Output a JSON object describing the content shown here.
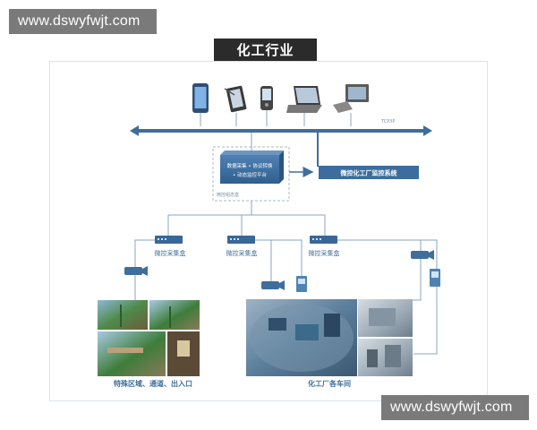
{
  "watermark": {
    "text": "www.dswyfwjt.com"
  },
  "title": "化工行业",
  "bus_label": "TCP/IP",
  "platform": {
    "line1": "数据采集 • 协议转换",
    "line2": "• 动态监控平台",
    "caption": "微控组态盒"
  },
  "monitor_system": "微控化工厂监控系统",
  "collectors": [
    "微控采集盒",
    "微控采集盒",
    "微控采集盒"
  ],
  "areas": {
    "left": "特殊区域、通道、出入口",
    "right": "化工厂各车间"
  },
  "colors": {
    "bus": "#3f6e9c",
    "box": "#3c6d9e",
    "line": "#8aa6c1",
    "title_bg": "#2b2b2b"
  },
  "devices": [
    "tablet-icon",
    "pen-tablet-icon",
    "pda-icon",
    "laptop-icon",
    "desktop-pc-icon"
  ]
}
